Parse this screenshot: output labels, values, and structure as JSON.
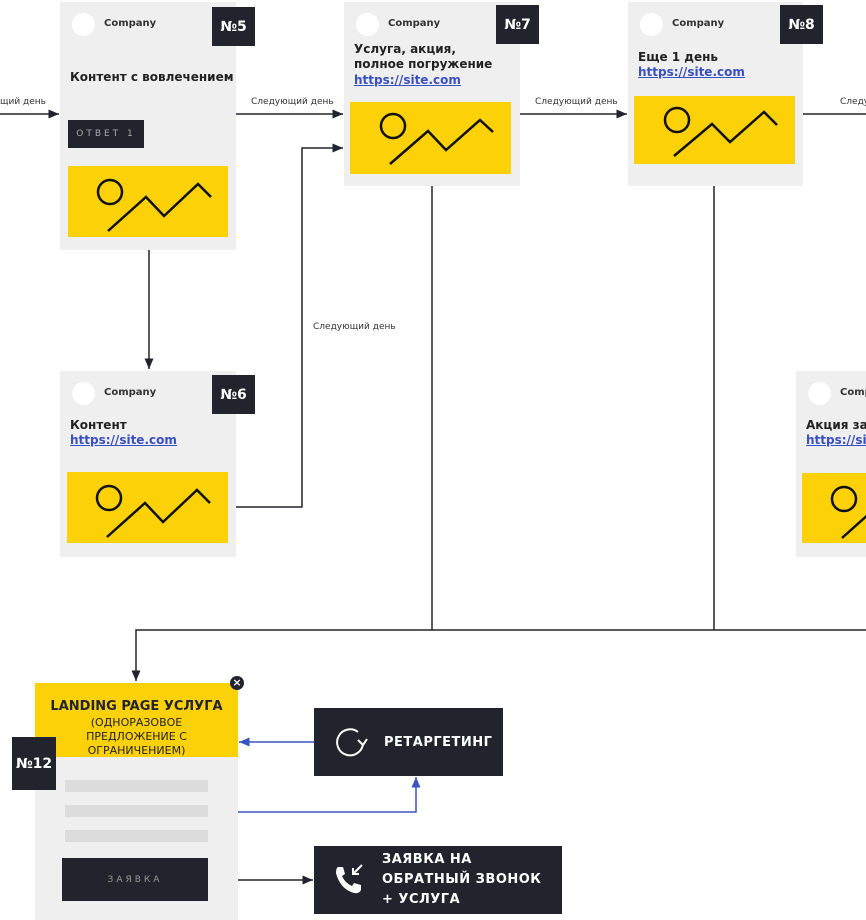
{
  "cards": {
    "c5": {
      "company": "Company",
      "badge": "№5",
      "title": "Контент с вовлечением",
      "button": "ОТВЕТ 1"
    },
    "c7": {
      "company": "Company",
      "badge": "№7",
      "title": "Услуга, акция, полное погружение",
      "link": "https://site.com"
    },
    "c8": {
      "company": "Company",
      "badge": "№8",
      "title": "Еще 1 день",
      "link": "https://site.com"
    },
    "c6": {
      "company": "Company",
      "badge": "№6",
      "title": "Контент",
      "link": "https://site.com"
    },
    "c9": {
      "company": "Comp",
      "title": "Акция зак",
      "link": "https://site"
    }
  },
  "labels": {
    "left": "щий день",
    "next1": "Следующий день",
    "next2": "Следующий день",
    "next3": "Следу",
    "next4": "Следующий день"
  },
  "landing": {
    "title": "LANDING PAGE УСЛУГА",
    "subtitle": "(ОДНОРАЗОВОЕ ПРЕДЛОЖЕНИЕ С ОГРАНИЧЕНИЕМ)",
    "badge": "№12",
    "button": "ЗАЯВКА",
    "close": "×"
  },
  "retargeting": {
    "label": "РЕТАРГЕТИНГ"
  },
  "callback": {
    "label": "ЗАЯВКА НА ОБРАТНЫЙ ЗВОНОК + УСЛУГА"
  }
}
